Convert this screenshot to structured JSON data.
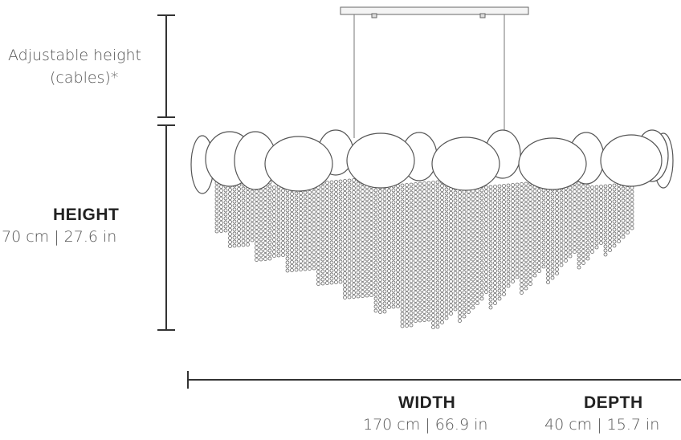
{
  "labels": {
    "adjustable_line1": "Adjustable height",
    "adjustable_line2": "(cables)*",
    "height_title": "HEIGHT",
    "height_value": "70 cm | 27.6 in",
    "width_title": "WIDTH",
    "width_value": "170 cm | 66.9 in",
    "depth_title": "DEPTH",
    "depth_value": "40 cm | 15.7 in"
  },
  "colors": {
    "line": "#333333",
    "text": "#555555",
    "heading": "#222222"
  }
}
